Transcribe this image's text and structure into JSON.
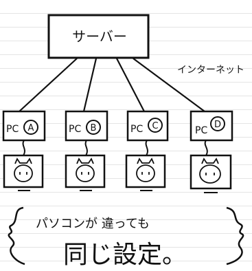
{
  "diagram": {
    "server_label": "サーバー",
    "network_label": "インターネット",
    "pcs": [
      {
        "label": "PC",
        "marker": "A"
      },
      {
        "label": "PC",
        "marker": "B"
      },
      {
        "label": "PC",
        "marker": "C"
      },
      {
        "label": "PC",
        "marker": "D"
      }
    ],
    "caption_line1": "パソコンが 違っても",
    "caption_line2": "同じ設定。"
  },
  "colors": {
    "ink": "#111111",
    "ruled_line": "#e4e4e4",
    "paper": "#ffffff"
  }
}
